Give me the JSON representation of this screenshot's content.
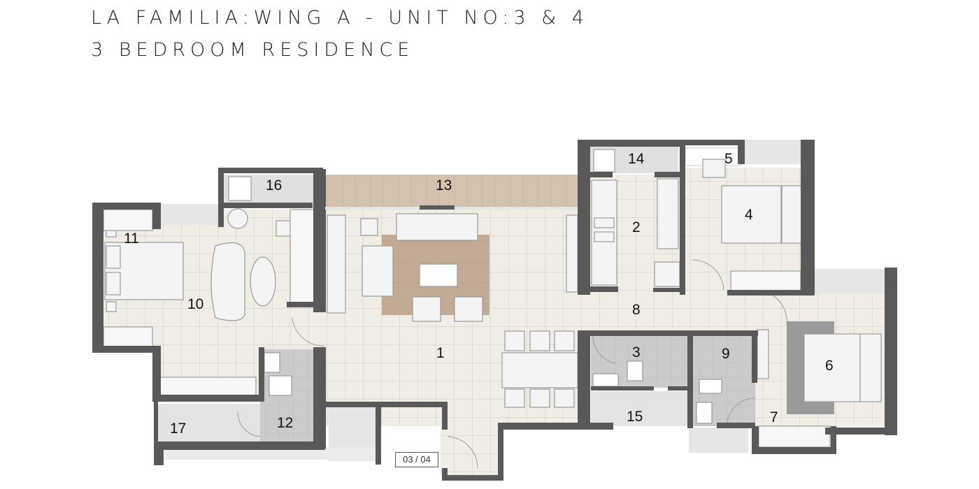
{
  "header": {
    "title_line1": "LA FAMILIA:WING A - UNIT NO:3 & 4",
    "title_line2": "3 BEDROOM RESIDENCE"
  },
  "plan": {
    "unit_tag": "03 / 04",
    "colors": {
      "wall": "#595959",
      "floor_tile": "#f1ede5",
      "tile_grid": "#ddd4c3",
      "wet_area": "#c9c9c9",
      "deck_wood": "#d3c2ad",
      "rug": "#bfa891",
      "furniture": "#f4f4f4"
    },
    "rooms": [
      {
        "id": "1",
        "label": "1"
      },
      {
        "id": "2",
        "label": "2"
      },
      {
        "id": "3",
        "label": "3"
      },
      {
        "id": "4",
        "label": "4"
      },
      {
        "id": "5",
        "label": "5"
      },
      {
        "id": "6",
        "label": "6"
      },
      {
        "id": "7",
        "label": "7"
      },
      {
        "id": "8",
        "label": "8"
      },
      {
        "id": "9",
        "label": "9"
      },
      {
        "id": "10",
        "label": "10"
      },
      {
        "id": "11",
        "label": "11"
      },
      {
        "id": "12",
        "label": "12"
      },
      {
        "id": "13",
        "label": "13"
      },
      {
        "id": "14",
        "label": "14"
      },
      {
        "id": "15",
        "label": "15"
      },
      {
        "id": "16",
        "label": "16"
      },
      {
        "id": "17",
        "label": "17"
      }
    ]
  }
}
